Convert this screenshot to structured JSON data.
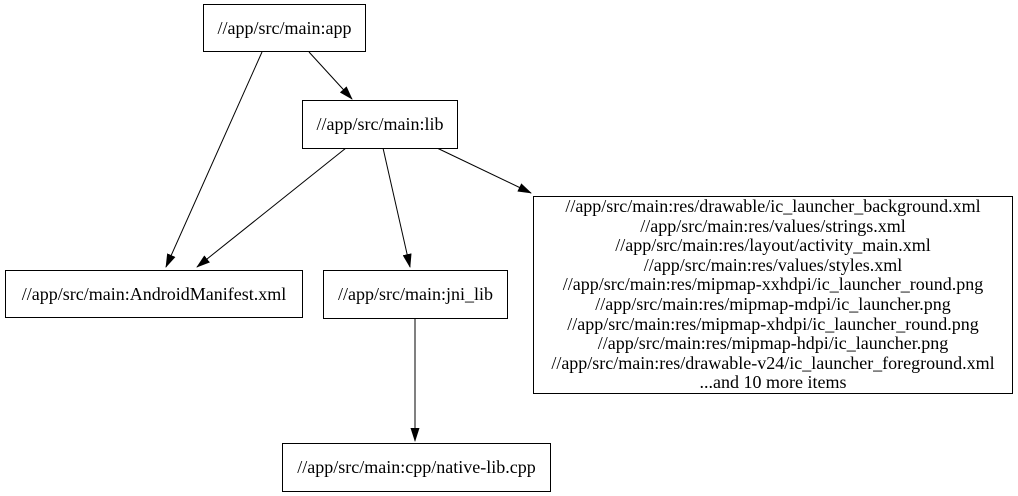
{
  "diagram": {
    "type": "dependency-graph",
    "background_color": "#ffffff",
    "node_border_color": "#000000",
    "text_color": "#000000",
    "edge_color": "#000000",
    "nodes": {
      "app": {
        "label": "//app/src/main:app"
      },
      "lib": {
        "label": "//app/src/main:lib"
      },
      "manifest": {
        "label": "//app/src/main:AndroidManifest.xml"
      },
      "jni_lib": {
        "label": "//app/src/main:jni_lib"
      },
      "res_group": {
        "lines": [
          "//app/src/main:res/drawable/ic_launcher_background.xml",
          "//app/src/main:res/values/strings.xml",
          "//app/src/main:res/layout/activity_main.xml",
          "//app/src/main:res/values/styles.xml",
          "//app/src/main:res/mipmap-xxhdpi/ic_launcher_round.png",
          "//app/src/main:res/mipmap-mdpi/ic_launcher.png",
          "//app/src/main:res/mipmap-xhdpi/ic_launcher_round.png",
          "//app/src/main:res/mipmap-hdpi/ic_launcher.png",
          "//app/src/main:res/drawable-v24/ic_launcher_foreground.xml",
          "...and 10 more items"
        ]
      },
      "cpp": {
        "label": "//app/src/main:cpp/native-lib.cpp"
      }
    },
    "edges": [
      {
        "from": "app",
        "to": "manifest"
      },
      {
        "from": "app",
        "to": "lib"
      },
      {
        "from": "lib",
        "to": "manifest"
      },
      {
        "from": "lib",
        "to": "jni_lib"
      },
      {
        "from": "lib",
        "to": "res_group"
      },
      {
        "from": "jni_lib",
        "to": "cpp"
      }
    ]
  }
}
